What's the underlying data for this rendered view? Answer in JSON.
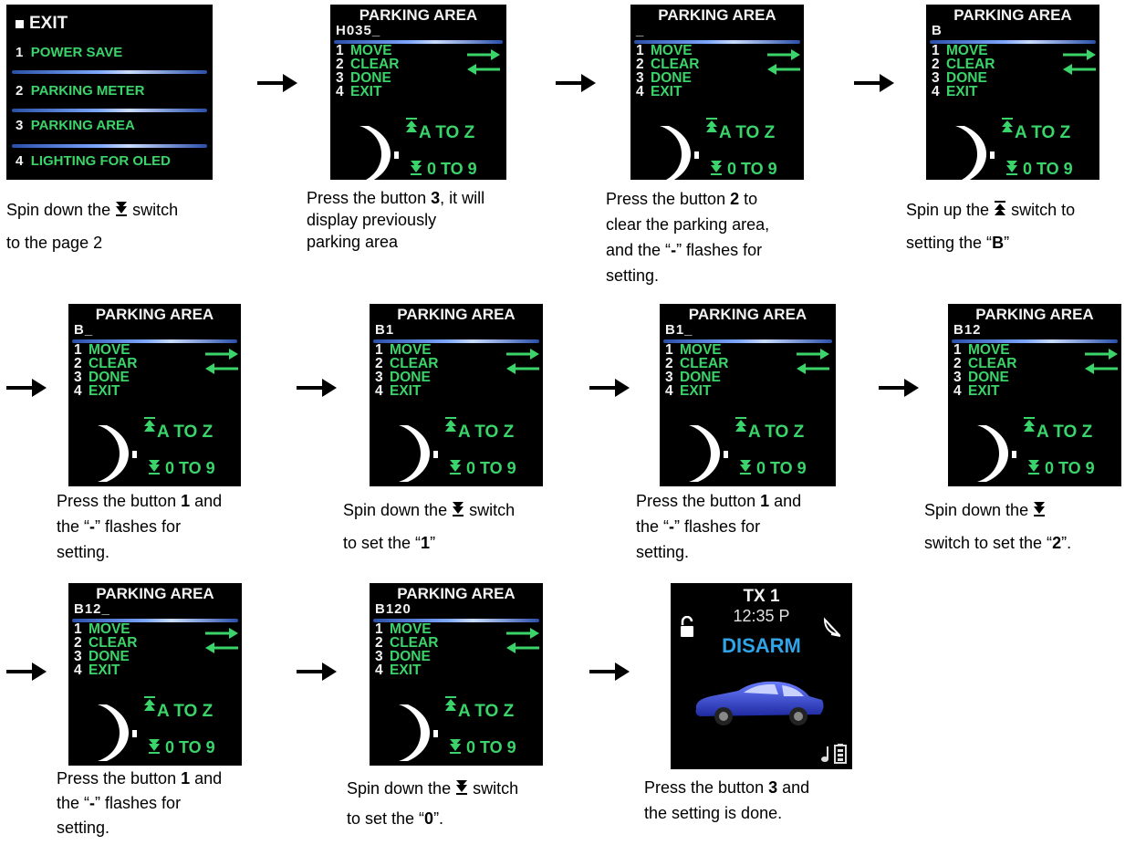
{
  "arrow_glyph": "→",
  "screen1": {
    "exit": "EXIT",
    "items": [
      {
        "num": "1",
        "label": "POWER SAVE"
      },
      {
        "num": "2",
        "label": "PARKING METER"
      },
      {
        "num": "3",
        "label": "PARKING AREA"
      },
      {
        "num": "4",
        "label": "LIGHTING FOR OLED"
      }
    ]
  },
  "parking_screen": {
    "title": "PARKING AREA",
    "menu": [
      {
        "num": "1",
        "label": "MOVE"
      },
      {
        "num": "2",
        "label": "CLEAR"
      },
      {
        "num": "3",
        "label": "DONE"
      },
      {
        "num": "4",
        "label": "EXIT"
      }
    ],
    "a_to_z": "A TO Z",
    "zero_to_nine": "0 TO 9"
  },
  "codes": {
    "s2": "H035_",
    "s3": "_",
    "s4": "B",
    "s5": "B_",
    "s6": "B1",
    "s7": "B1_",
    "s8": "B12",
    "s9": "B12_",
    "s10": "B120"
  },
  "final_screen": {
    "tx": "TX 1",
    "time": "12:35 P",
    "status": "DISARM"
  },
  "captions": {
    "c1": [
      "Spin down the",
      "switch",
      "to the page 2"
    ],
    "c2": [
      "Press the button",
      "3",
      ", it will",
      "display previously",
      "parking area"
    ],
    "c3": [
      "Press the button",
      "2",
      "to",
      "clear the parking area,",
      "and the “",
      "-",
      "” flashes for",
      "setting."
    ],
    "c4": [
      "Spin up the",
      "switch to",
      "setting the “",
      "B",
      "”"
    ],
    "c5": [
      "Press the button",
      "1",
      "and",
      "the “",
      "-",
      "” flashes for",
      "setting."
    ],
    "c6": [
      "Spin down the",
      "switch",
      "to set the “",
      "1",
      "”"
    ],
    "c7": [
      "Press the button",
      "1",
      "and",
      "the “",
      "-",
      "” flashes for",
      "setting."
    ],
    "c8": [
      "Spin down the",
      "switch to set the “",
      "2",
      "”."
    ],
    "c9": [
      "Press the button",
      "1",
      "and",
      "the “",
      "-",
      "” flashes for",
      "setting."
    ],
    "c10": [
      "Spin down the",
      "switch",
      "to set the “",
      "0",
      "”."
    ],
    "c11": [
      "Press the button",
      "3",
      "and",
      "the setting is done."
    ]
  }
}
